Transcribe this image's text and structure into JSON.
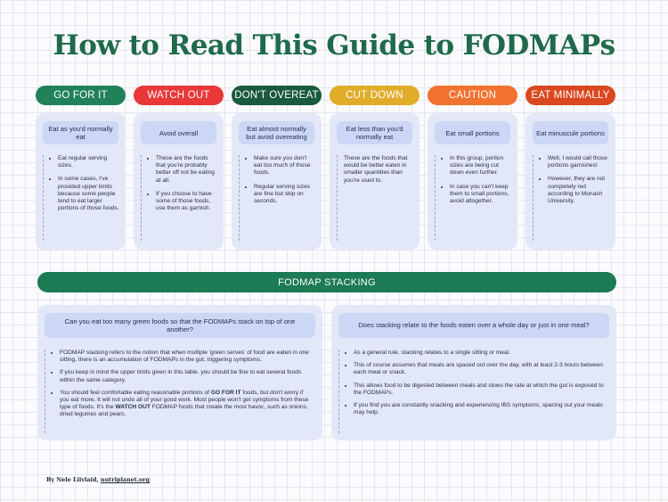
{
  "title": "How to Read This Guide to FODMAPs",
  "categories": [
    {
      "label": "GO FOR IT",
      "color": "#21825a",
      "header": "Eat as you'd normally eat",
      "bullets": [
        "Eat regular serving sizes.",
        "In some cases, I've provided upper limits because some people tend to eat larger portions of those foods."
      ]
    },
    {
      "label": "WATCH OUT",
      "color": "#e8383a",
      "header": "Avoid overall",
      "bullets": [
        "These are the foods that you're probably better off not be eating at all.",
        "If you choose to have some of those foods, use them as garnish."
      ]
    },
    {
      "label": "DON'T OVEREAT",
      "color": "#1a5a3e",
      "header": "Eat almost normally but avoid overeating",
      "bullets": [
        "Make sure you don't eat too much of those foods.",
        "Regular serving sizes are fine but skip on seconds."
      ]
    },
    {
      "label": "CUT DOWN",
      "color": "#e2ac2b",
      "header": "Eat less than you'd normally eat",
      "paragraph": "These are the foods that would be better eaten in smaller quantities than you're used to."
    },
    {
      "label": "CAUTION",
      "color": "#f27230",
      "header": "Eat small portions",
      "bullets": [
        "In this group, portion sizes are being cut down even further.",
        "In case you can't keep them to small portions, avoid altogether."
      ]
    },
    {
      "label": "EAT MINIMALLY",
      "color": "#d9481f",
      "header": "Eat minuscule portions",
      "bullets": [
        "Well, I would call those portions garnishes!",
        "However, they are not completely red according to Monash University."
      ]
    }
  ],
  "stacking": {
    "label": "FODMAP STACKING",
    "left": {
      "question": "Can you eat too many green foods so that the FODMAPs stack on top of one another?",
      "bullets": [
        "FODMAP stacking refers to the notion that when multiple 'green serves' of food are eaten in one sitting, there is an accumulation of FODMAPs in the gut, triggering symptoms.",
        "If you keep in mind the upper limits given in this table, you should be fine to eat several foods within the same category."
      ],
      "last_bullet": {
        "t1": "You should feel comfortable eating reasonable portions of ",
        "b1": "GO FOR IT",
        "t2": " foods, but don't worry if you eat more. It will not undo all of your good work. Most people won't get symptoms from these type of foods. It's the ",
        "b2": "WATCH OUT",
        "t3": " FODMAP foods that create the most havoc, such as onions, dried legumes and pears."
      }
    },
    "right": {
      "question": "Does stacking relate to the foods eaten over a whole day or just in one meal?",
      "bullets": [
        "As a general rule, stacking relates to a single sitting or meal.",
        "This of course assumes that meals are spaced out over the day, with at least 2-3 hours between each meal or snack.",
        "This allows food to be digested between meals and slows the rate at which the gut is exposed to the FODMAPs.",
        "If you find you are constantly snacking and experiencing IBS symptoms, spacing out your meals may help."
      ]
    }
  },
  "credit": {
    "prefix": "By Nele Liivlaid, ",
    "link": "nutriplanet.org"
  }
}
